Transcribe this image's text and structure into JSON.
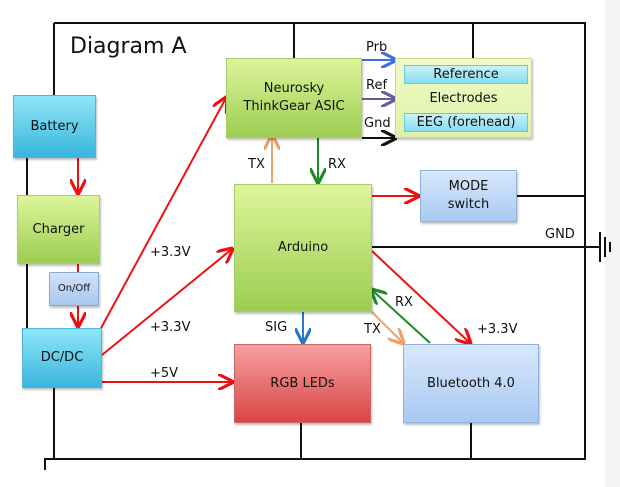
{
  "title": "Diagram A",
  "colors": {
    "power": "#ee1111",
    "tx": "#f0a060",
    "rx": "#1f8a2a",
    "sig": "#2a78c8",
    "prb": "#3b6fe0",
    "ref": "#6a5a9c",
    "gnd": "#111111"
  },
  "blocks": {
    "battery": "Battery",
    "charger": "Charger",
    "onoff": "On/Off",
    "dcdc": "DC/DC",
    "neurosky": "Neurosky ThinkGear ASIC",
    "electrodes": "Electrodes",
    "reference": "Reference",
    "eeg": "EEG (forehead)",
    "arduino": "Arduino",
    "mode_switch": "MODE switch",
    "rgb_leds": "RGB LEDs",
    "bluetooth": "Bluetooth 4.0"
  },
  "labels": {
    "prb": "Prb",
    "ref": "Ref",
    "gnd": "Gnd",
    "tx_top": "TX",
    "rx_top": "RX",
    "v33_neurosky": "+3.3V",
    "v33_arduino": "+3.3V",
    "v5_leds": "+5V",
    "sig": "SIG",
    "tx_bt": "TX",
    "rx_bt": "RX",
    "v33_bt": "+3.3V",
    "ground": "GND"
  },
  "connections": [
    {
      "from": "Battery",
      "to": "Charger",
      "type": "power"
    },
    {
      "from": "Charger",
      "to": "DC/DC",
      "via": "On/Off",
      "type": "power"
    },
    {
      "from": "DC/DC",
      "to": "Neurosky ThinkGear ASIC",
      "label": "+3.3V",
      "type": "power"
    },
    {
      "from": "DC/DC",
      "to": "Arduino",
      "label": "+3.3V",
      "type": "power"
    },
    {
      "from": "DC/DC",
      "to": "RGB LEDs",
      "label": "+5V",
      "type": "power"
    },
    {
      "from": "Neurosky ThinkGear ASIC",
      "to": "Electrodes",
      "label": "Prb",
      "type": "prb"
    },
    {
      "from": "Neurosky ThinkGear ASIC",
      "to": "Electrodes",
      "label": "Ref",
      "type": "ref"
    },
    {
      "from": "Neurosky ThinkGear ASIC",
      "to": "Electrodes",
      "label": "Gnd",
      "type": "gnd"
    },
    {
      "from": "Arduino",
      "to": "Neurosky ThinkGear ASIC",
      "label": "TX",
      "type": "tx"
    },
    {
      "from": "Neurosky ThinkGear ASIC",
      "to": "Arduino",
      "label": "RX",
      "type": "rx"
    },
    {
      "from": "Arduino",
      "to": "MODE switch",
      "type": "power"
    },
    {
      "from": "Arduino",
      "to": "RGB LEDs",
      "label": "SIG",
      "type": "sig"
    },
    {
      "from": "Arduino",
      "to": "Bluetooth 4.0",
      "label": "TX",
      "type": "tx"
    },
    {
      "from": "Bluetooth 4.0",
      "to": "Arduino",
      "label": "RX",
      "type": "rx"
    },
    {
      "from": "Arduino",
      "to": "Bluetooth 4.0",
      "label": "+3.3V",
      "type": "power"
    },
    {
      "from": "Arduino",
      "to": "ground",
      "label": "GND",
      "type": "gnd"
    }
  ]
}
